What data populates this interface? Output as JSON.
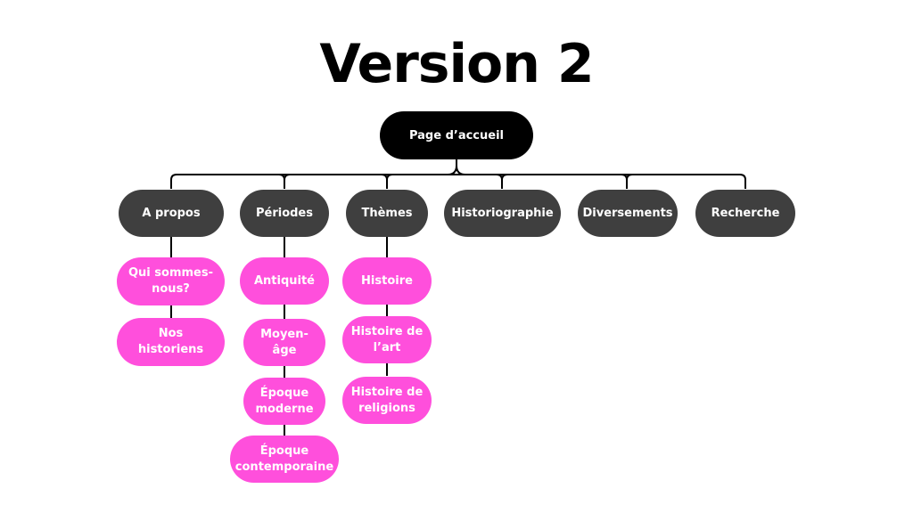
{
  "title": "Version 2",
  "root": "Page d’accueil",
  "colors": {
    "root": "#000000",
    "section": "#3f3f3f",
    "sub": "#ff4fdc",
    "line": "#000000"
  },
  "sections": [
    {
      "label": "A propos",
      "children": [
        "Qui sommes-nous?",
        "Nos historiens"
      ]
    },
    {
      "label": "Périodes",
      "children": [
        "Antiquité",
        "Moyen-âge",
        "Époque moderne",
        "Époque contemporaine"
      ]
    },
    {
      "label": "Thèmes",
      "children": [
        "Histoire",
        "Histoire de l’art",
        "Histoire de religions"
      ]
    },
    {
      "label": "Historiographie",
      "children": []
    },
    {
      "label": "Diversements",
      "children": []
    },
    {
      "label": "Recherche",
      "children": []
    }
  ]
}
